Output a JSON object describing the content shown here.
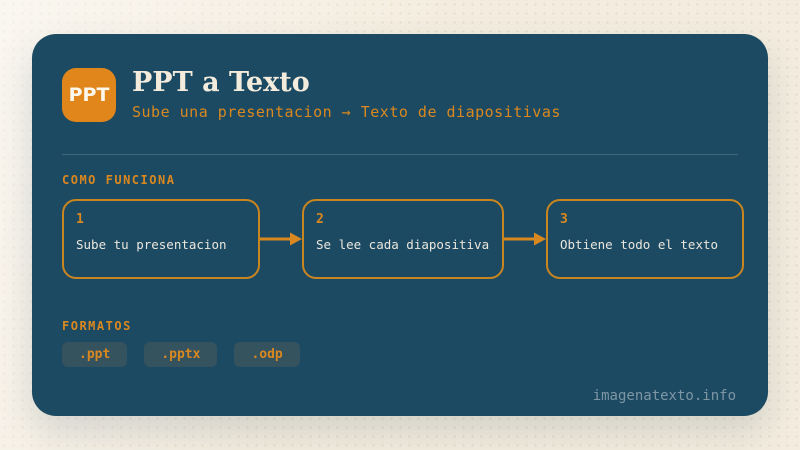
{
  "colors": {
    "accent_orange": "#d9881f",
    "badge_orange": "#e0861a",
    "card_background": "#1d4a63",
    "page_background": "#f4eddf",
    "chip_background": "#35525f",
    "title_text": "#f3ecdc",
    "step_text": "#e9e6dc",
    "footer_text": "#7e96a4"
  },
  "header": {
    "badge_label": "PPT",
    "title": "PPT a Texto",
    "subtitle": "Sube una presentacion → Texto de diapositivas"
  },
  "how_it_works": {
    "section_label": "COMO FUNCIONA",
    "steps": [
      {
        "number": "1",
        "label": "Sube tu presentacion"
      },
      {
        "number": "2",
        "label": "Se lee cada diapositiva"
      },
      {
        "number": "3",
        "label": "Obtiene todo el texto"
      }
    ]
  },
  "formats": {
    "section_label": "FORMATOS",
    "items": [
      ".ppt",
      ".pptx",
      ".odp"
    ]
  },
  "footer": {
    "site": "imagenatexto.info"
  }
}
